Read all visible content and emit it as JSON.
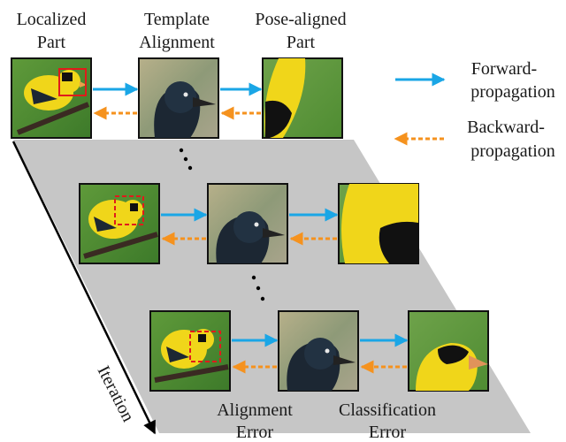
{
  "headers": {
    "localized_line1": "Localized",
    "localized_line2": "Part",
    "template_line1": "Template",
    "template_line2": "Alignment",
    "pose_line1": "Pose-aligned",
    "pose_line2": "Part"
  },
  "legend": {
    "forward_line1": "Forward-",
    "forward_line2": "propagation",
    "backward_line1": "Backward-",
    "backward_line2": "propagation"
  },
  "bottom": {
    "alignment_line1": "Alignment",
    "alignment_line2": "Error",
    "classification_line1": "Classification",
    "classification_line2": "Error"
  },
  "axis": {
    "label": "Iteration"
  },
  "colors": {
    "forward": "#1aa6e6",
    "backward": "#f5921e",
    "panel": "#c6c6c6",
    "box_red": "#e01b1b",
    "bird_yellow": "#f0d61a",
    "bird_dark": "#1c2733"
  }
}
